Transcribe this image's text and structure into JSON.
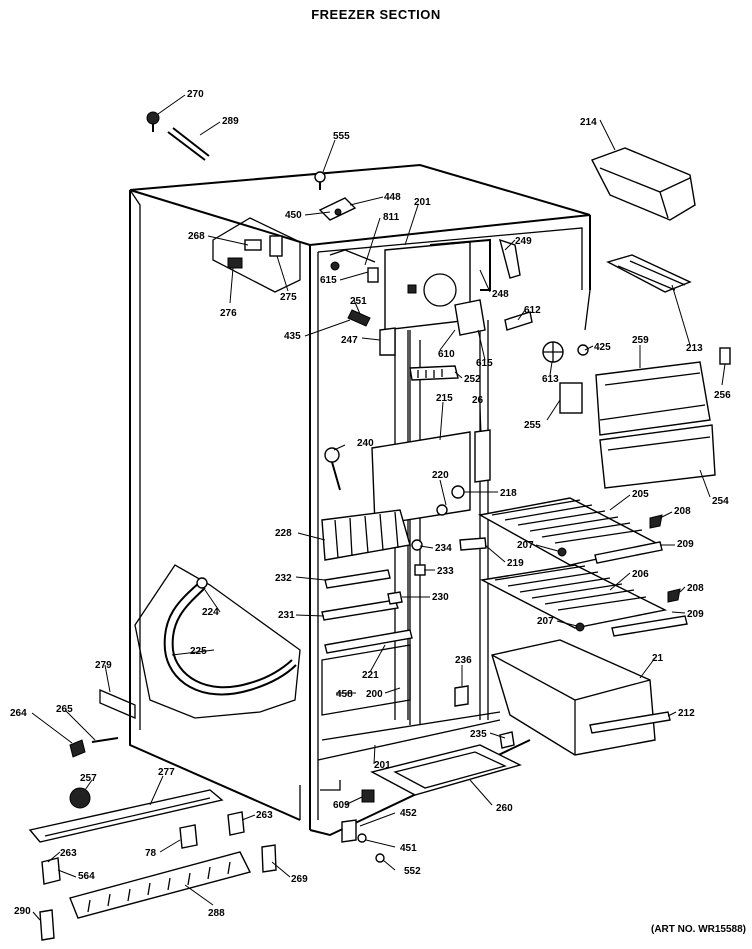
{
  "title": "FREEZER SECTION",
  "art_number": "(ART NO. WR15588)",
  "callouts": [
    "270",
    "289",
    "555",
    "448",
    "450",
    "201",
    "811",
    "268",
    "615",
    "251",
    "276",
    "275",
    "435",
    "247",
    "249",
    "248",
    "612",
    "610",
    "615",
    "214",
    "213",
    "425",
    "613",
    "259",
    "256",
    "252",
    "215",
    "26",
    "255",
    "240",
    "220",
    "218",
    "254",
    "205",
    "208",
    "209",
    "228",
    "234",
    "207",
    "219",
    "232",
    "233",
    "230",
    "206",
    "208",
    "209",
    "207",
    "231",
    "224",
    "221",
    "225",
    "279",
    "236",
    "458",
    "200",
    "21",
    "264",
    "265",
    "212",
    "235",
    "201",
    "257",
    "277",
    "609",
    "260",
    "452",
    "263",
    "263",
    "78",
    "451",
    "564",
    "269",
    "552",
    "290",
    "288"
  ]
}
